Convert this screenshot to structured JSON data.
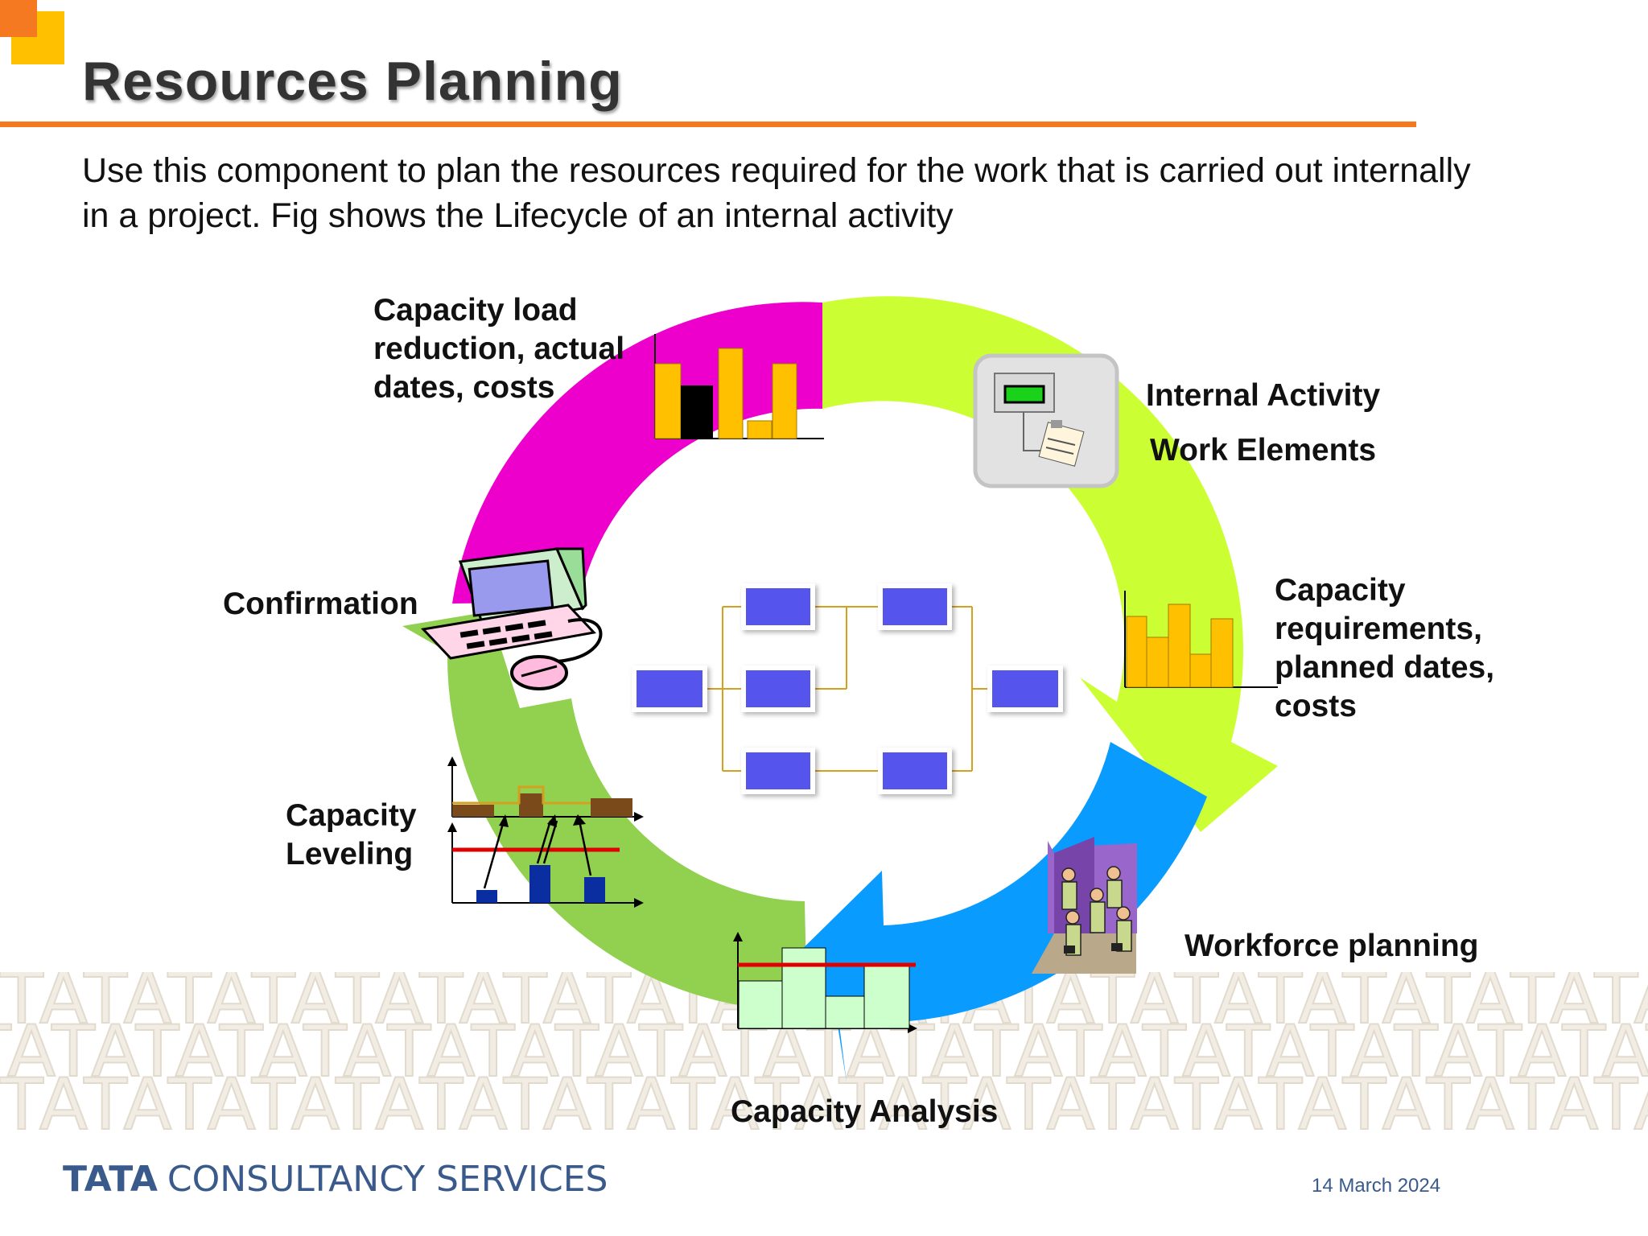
{
  "slide": {
    "title": "Resources Planning",
    "subtitle_line1": "Use this component to plan the resources required for the work that is carried out internally",
    "subtitle_line2": "in a project.  Fig shows the Lifecycle of an internal activity"
  },
  "cycle": {
    "capacity_load": [
      "Capacity load",
      "reduction, actual",
      "dates, costs"
    ],
    "internal_activity": [
      "Internal Activity",
      "Work Elements"
    ],
    "capacity_requirements": [
      "Capacity",
      "requirements,",
      "planned dates,",
      "costs"
    ],
    "workforce": "Workforce planning",
    "analysis": "Capacity Analysis",
    "leveling": [
      "Capacity",
      "Leveling"
    ],
    "confirmation": "Confirmation"
  },
  "colors": {
    "accent_orange": "#f47920",
    "magenta": "#ee00cc",
    "lime": "#ccff33",
    "blue": "#0a9bff",
    "green": "#92d050",
    "bar_gold": "#ffc000",
    "node_blue": "#5555ee"
  },
  "footer": {
    "brand_bold": "TATA",
    "brand_rest": "CONSULTANCY SERVICES",
    "date": "14 March 2024",
    "watermark_word": "TATA"
  }
}
